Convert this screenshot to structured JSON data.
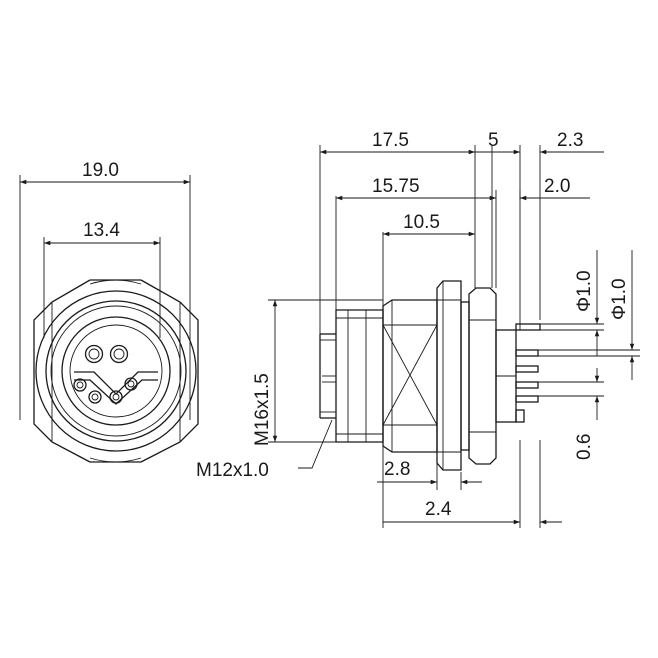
{
  "colors": {
    "line": "#1a1a1a",
    "background": "#ffffff"
  },
  "front_view": {
    "overall_width": "19.0",
    "inner_width": "13.4"
  },
  "side_view": {
    "length_overall": "17.5",
    "length_flange": "15.75",
    "length_body": "10.5",
    "pin_group": "5",
    "pin_tip": "2.3",
    "pin_offset": "2.0",
    "pin_diameter_upper": "Φ1.0",
    "pin_diameter_lower": "Φ1.0",
    "pin_pitch": "0.6",
    "panel_thread": "M16x1.5",
    "mating_thread": "M12x1.0",
    "flange_thickness": "2.8",
    "nut_thickness": "2.4"
  }
}
